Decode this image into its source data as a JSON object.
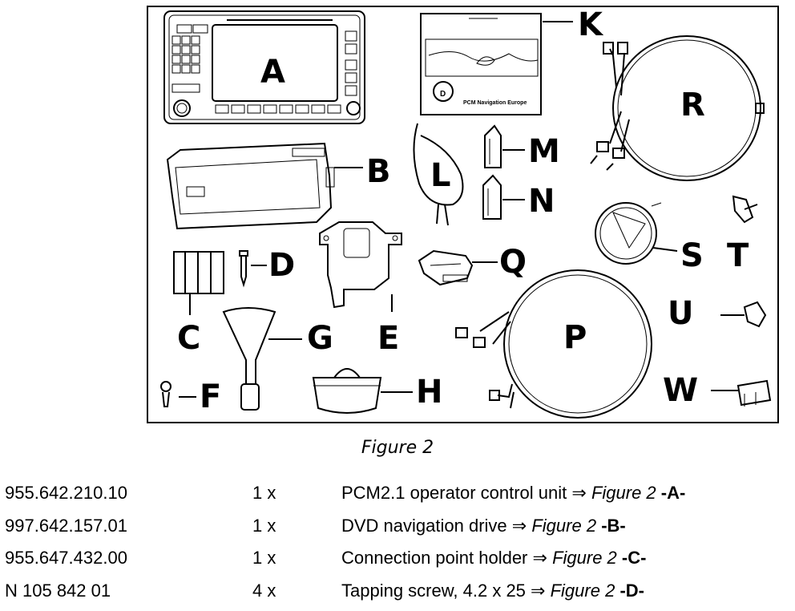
{
  "figure": {
    "callouts": {
      "A": "A",
      "B": "B",
      "C": "C",
      "D": "D",
      "E": "E",
      "F": "F",
      "G": "G",
      "H": "H",
      "K": "K",
      "L": "L",
      "M": "M",
      "N": "N",
      "P": "P",
      "Q": "Q",
      "R": "R",
      "S": "S",
      "T": "T",
      "U": "U",
      "W": "W"
    },
    "nav_card_title": "PCM Navigation Europe",
    "nav_card_disc": "D"
  },
  "caption": "Figure 2",
  "parts": [
    {
      "part_number": "955.642.210.10",
      "qty": "1 x",
      "description": "PCM2.1 operator control unit",
      "arrow": "⇒",
      "figure": "Figure 2",
      "ref": "-A-"
    },
    {
      "part_number": "997.642.157.01",
      "qty": "1 x",
      "description": "DVD navigation drive",
      "arrow": "⇒",
      "figure": "Figure 2",
      "ref": "-B-"
    },
    {
      "part_number": "955.647.432.00",
      "qty": "1 x",
      "description": "Connection point holder",
      "arrow": "⇒",
      "figure": "Figure 2",
      "ref": "-C-"
    },
    {
      "part_number": "N 105 842 01",
      "qty": "4 x",
      "description": "Tapping screw, 4.2 x 25",
      "arrow": "⇒",
      "figure": "Figure 2",
      "ref": "-D-"
    }
  ]
}
